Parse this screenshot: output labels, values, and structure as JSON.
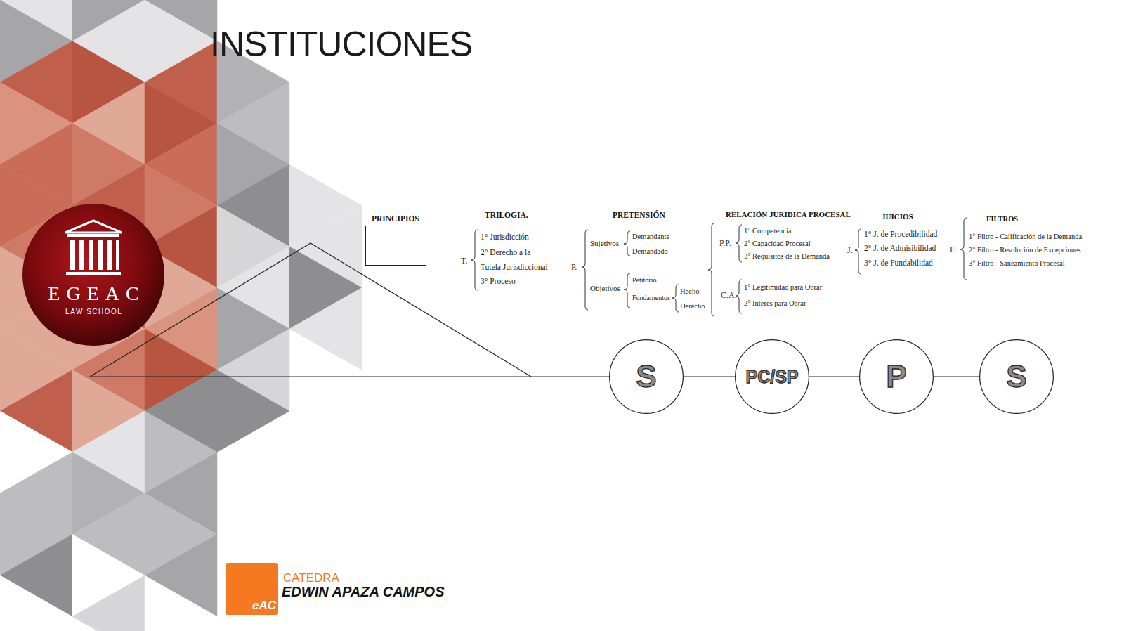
{
  "diagram": {
    "title": "INSTITUCIONES",
    "nodes": [
      {
        "text": [
          "PRINCIPIOS"
        ]
      },
      {
        "text": [
          "S"
        ]
      },
      {
        "text": [
          "PC/SP"
        ]
      },
      {
        "text": [
          "P"
        ]
      },
      {
        "text": [
          "S"
        ]
      }
    ],
    "edges": [
      {
        "from": 1,
        "to": 2,
        "arrow": "none"
      },
      {
        "from": 2,
        "to": 3,
        "arrow": "none"
      },
      {
        "from": 3,
        "to": 4,
        "arrow": "none"
      }
    ],
    "labels": [
      "TRILOGIA.",
      "T.",
      "1° Jurisdicción",
      "2° Derecho a la Tutela Jurisdiccional",
      "3° Proceso",
      "PRETENSIÓN",
      "P.",
      "Sujetivos",
      "Demandante",
      "Demandado",
      "Objetivos",
      "Petitorio",
      "Fundamentos",
      "Hecho",
      "Derecho",
      "RELACIÓN JURIDICA PROCESAL",
      "P.P.",
      "1° Competencia",
      "2° Capacidad Procesal",
      "3° Requisitos de la Demanda",
      "C.A.",
      "1° Legitimidad para Obrar",
      "2° Interés para Obrar",
      "JUICIOS",
      "J.",
      "1° J. de Procedibilidad",
      "2° J. de Admisibilidad",
      "3° J. de Fundabilidad",
      "FILTROS",
      "F.",
      "1° Filtro - Calificación de la Demanda",
      "2° Filtro - Resolución de Excepciones",
      "3° Filtro - Saneamiento Procesal",
      "EGEAC",
      "LAW SCHOOL",
      "eAC",
      "CATEDRA",
      "EDWIN APAZA CAMPOS"
    ]
  }
}
